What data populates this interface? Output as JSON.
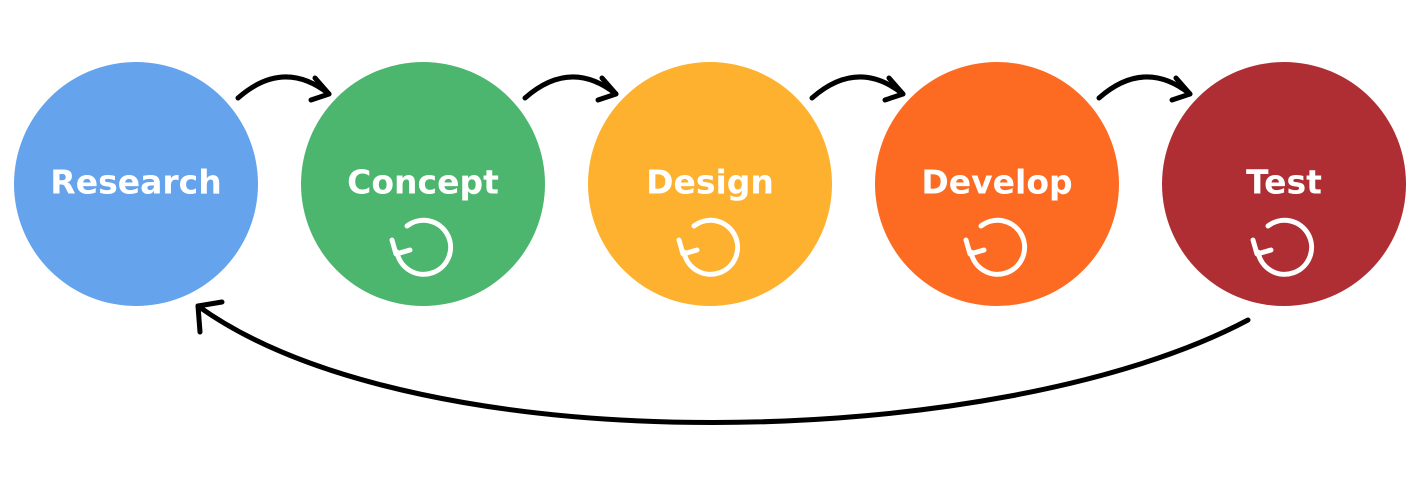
{
  "diagram": {
    "stages": [
      {
        "label": "Research",
        "color": "#65A3EC",
        "iterates": false
      },
      {
        "label": "Concept",
        "color": "#4CB56E",
        "iterates": true
      },
      {
        "label": "Design",
        "color": "#FDB12E",
        "iterates": true
      },
      {
        "label": "Develop",
        "color": "#FD6B22",
        "iterates": true
      },
      {
        "label": "Test",
        "color": "#AE2E33",
        "iterates": true
      }
    ],
    "flow": "sequential arrows between adjacent stages, with a return arrow from Test back to Research",
    "arrow_color": "#000000",
    "loop_icon": "refresh-icon"
  }
}
